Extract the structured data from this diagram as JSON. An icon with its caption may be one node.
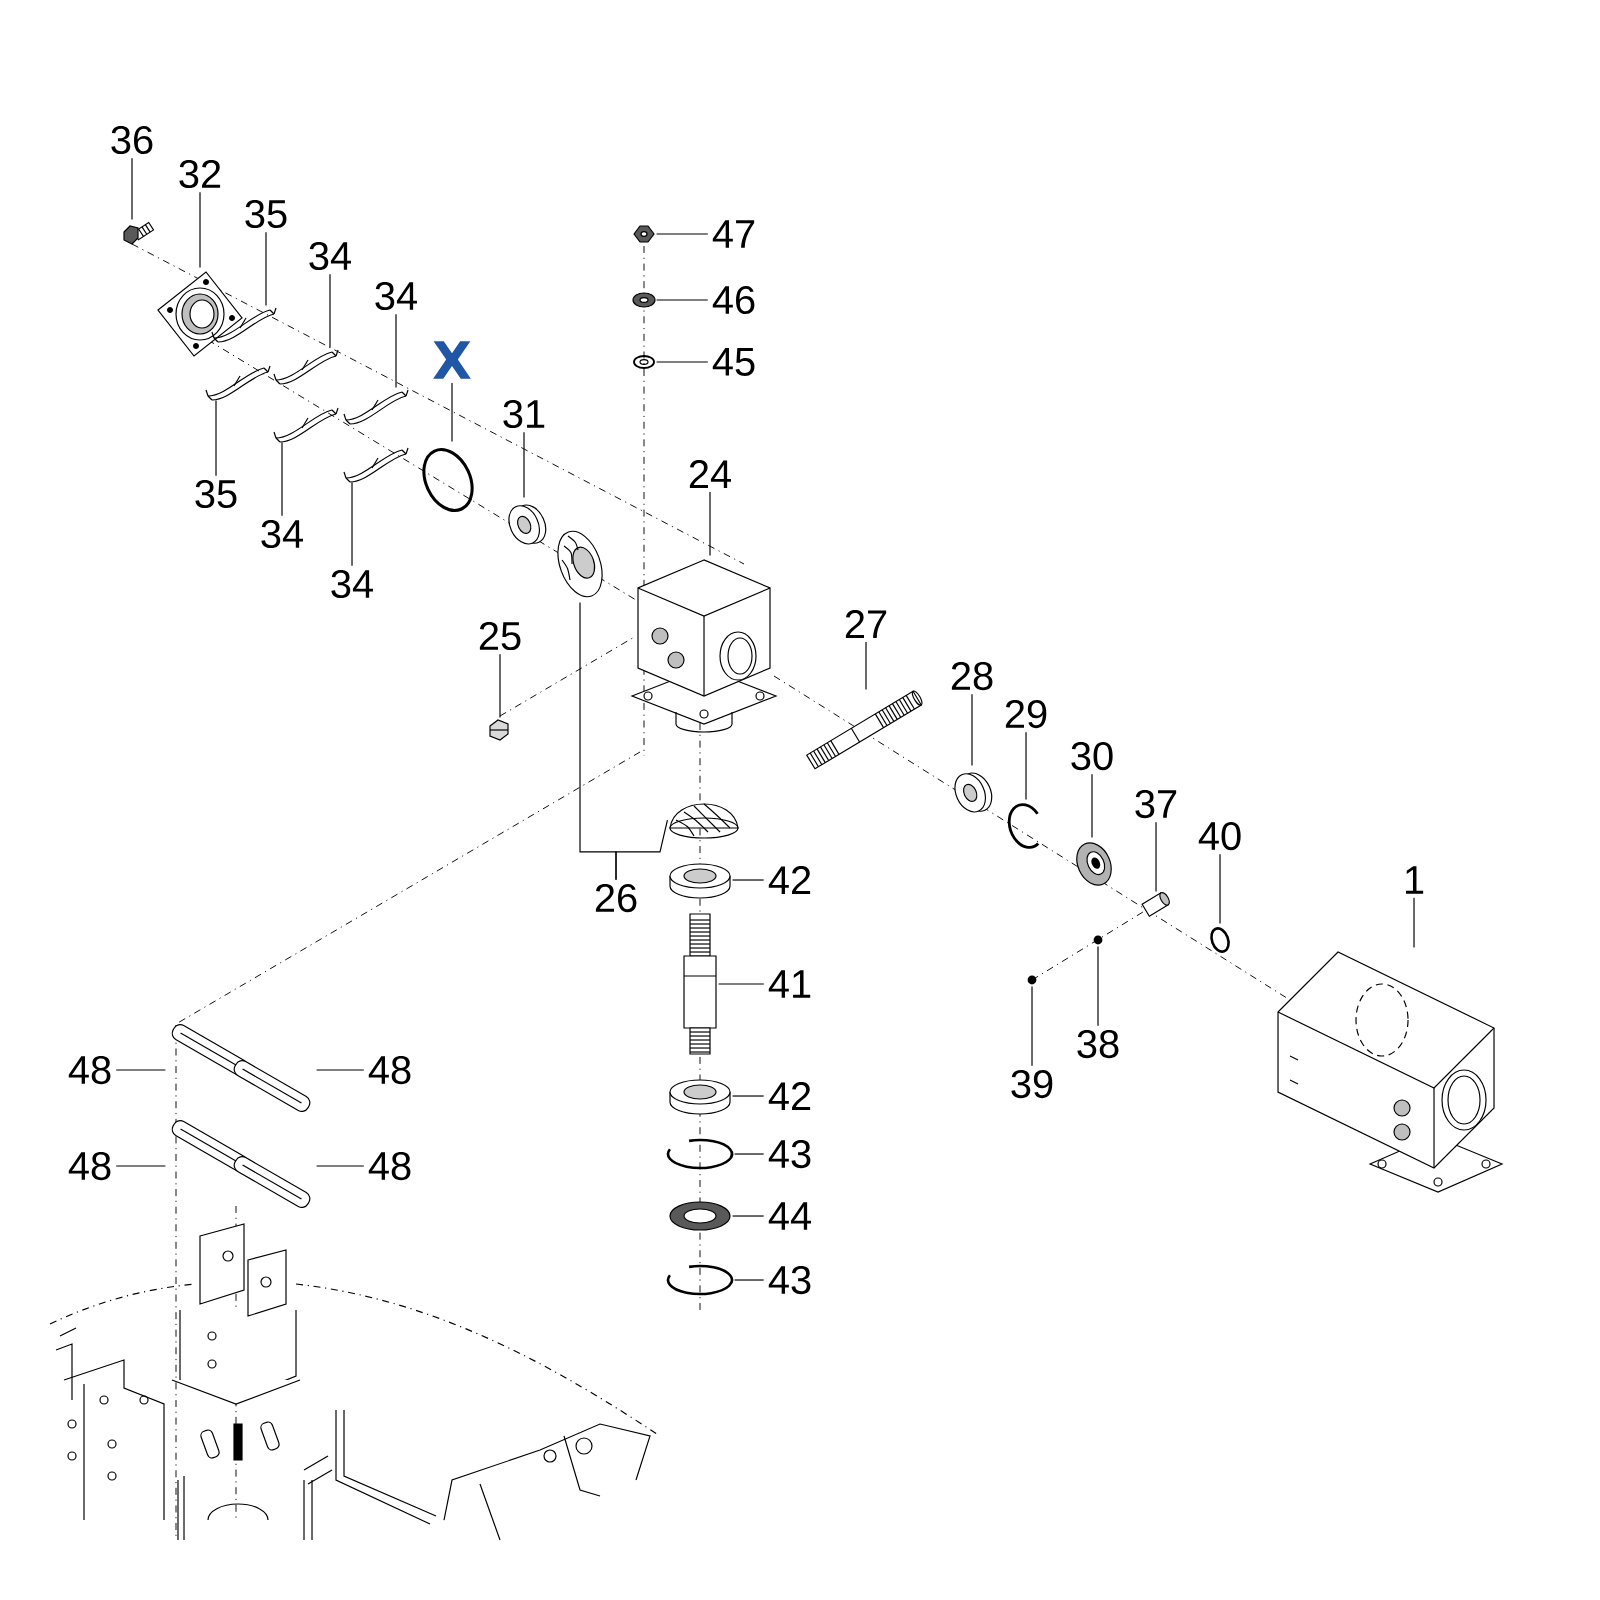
{
  "diagram": {
    "nodes": [
      {
        "text": [
          "36"
        ]
      },
      {
        "text": [],
        "shape": "picture"
      },
      {
        "text": [
          "32"
        ]
      },
      {
        "text": [],
        "shape": "picture"
      },
      {
        "text": [
          "35"
        ]
      },
      {
        "text": [],
        "shape": "picture"
      },
      {
        "text": [
          "34"
        ]
      },
      {
        "text": [],
        "shape": "picture"
      },
      {
        "text": [
          "34"
        ]
      },
      {
        "text": [],
        "shape": "picture"
      },
      {
        "text": [
          "X"
        ]
      },
      {
        "text": [],
        "shape": "picture"
      },
      {
        "text": [
          "31"
        ]
      },
      {
        "text": [],
        "shape": "picture"
      },
      {
        "text": [
          "35"
        ]
      },
      {
        "text": [],
        "shape": "picture"
      },
      {
        "text": [
          "34"
        ]
      },
      {
        "text": [],
        "shape": "picture"
      },
      {
        "text": [
          "34"
        ]
      },
      {
        "text": [],
        "shape": "picture"
      },
      {
        "text": [
          "47"
        ]
      },
      {
        "text": [],
        "shape": "picture"
      },
      {
        "text": [
          "46"
        ]
      },
      {
        "text": [],
        "shape": "picture"
      },
      {
        "text": [
          "45"
        ]
      },
      {
        "text": [],
        "shape": "picture"
      },
      {
        "text": [
          "24"
        ]
      },
      {
        "text": [],
        "shape": "picture"
      },
      {
        "text": [
          "25"
        ]
      },
      {
        "text": [],
        "shape": "picture"
      },
      {
        "text": [
          "27"
        ]
      },
      {
        "text": [],
        "shape": "picture"
      },
      {
        "text": [
          "28"
        ]
      },
      {
        "text": [],
        "shape": "picture"
      },
      {
        "text": [
          "29"
        ]
      },
      {
        "text": [],
        "shape": "picture"
      },
      {
        "text": [
          "30"
        ]
      },
      {
        "text": [],
        "shape": "picture"
      },
      {
        "text": [
          "37"
        ]
      },
      {
        "text": [],
        "shape": "picture"
      },
      {
        "text": [
          "40"
        ]
      },
      {
        "text": [],
        "shape": "picture"
      },
      {
        "text": [
          "1"
        ]
      },
      {
        "text": [],
        "shape": "picture"
      },
      {
        "text": [
          "26"
        ]
      },
      {
        "text": [],
        "shape": "picture"
      },
      {
        "text": [],
        "shape": "picture"
      },
      {
        "text": [
          "42"
        ]
      },
      {
        "text": [],
        "shape": "picture"
      },
      {
        "text": [
          "41"
        ]
      },
      {
        "text": [],
        "shape": "picture"
      },
      {
        "text": [
          "42"
        ]
      },
      {
        "text": [],
        "shape": "picture"
      },
      {
        "text": [
          "43"
        ]
      },
      {
        "text": [],
        "shape": "picture"
      },
      {
        "text": [
          "44"
        ]
      },
      {
        "text": [],
        "shape": "picture"
      },
      {
        "text": [
          "43"
        ]
      },
      {
        "text": [],
        "shape": "picture"
      },
      {
        "text": [
          "38"
        ]
      },
      {
        "text": [],
        "shape": "picture"
      },
      {
        "text": [
          "39"
        ]
      },
      {
        "text": [],
        "shape": "picture"
      },
      {
        "text": [
          "48"
        ]
      },
      {
        "text": [],
        "shape": "picture"
      },
      {
        "text": [
          "48"
        ]
      },
      {
        "text": [],
        "shape": "picture"
      },
      {
        "text": [
          "48"
        ]
      },
      {
        "text": [],
        "shape": "picture"
      },
      {
        "text": [
          "48"
        ]
      },
      {
        "text": [],
        "shape": "picture"
      }
    ],
    "edges": [
      {
        "from": 0,
        "to": 1,
        "arrow": "none"
      },
      {
        "from": 2,
        "to": 3,
        "arrow": "none"
      },
      {
        "from": 4,
        "to": 5,
        "arrow": "none"
      },
      {
        "from": 6,
        "to": 7,
        "arrow": "none"
      },
      {
        "from": 8,
        "to": 9,
        "arrow": "none"
      },
      {
        "from": 10,
        "to": 11,
        "arrow": "none"
      },
      {
        "from": 12,
        "to": 13,
        "arrow": "none"
      },
      {
        "from": 14,
        "to": 15,
        "arrow": "none"
      },
      {
        "from": 16,
        "to": 17,
        "arrow": "none"
      },
      {
        "from": 18,
        "to": 19,
        "arrow": "none"
      },
      {
        "from": 20,
        "to": 21,
        "arrow": "none"
      },
      {
        "from": 22,
        "to": 23,
        "arrow": "none"
      },
      {
        "from": 24,
        "to": 25,
        "arrow": "none"
      },
      {
        "from": 26,
        "to": 27,
        "arrow": "none"
      },
      {
        "from": 28,
        "to": 29,
        "arrow": "none"
      },
      {
        "from": 30,
        "to": 31,
        "arrow": "none"
      },
      {
        "from": 32,
        "to": 33,
        "arrow": "none"
      },
      {
        "from": 34,
        "to": 35,
        "arrow": "none"
      },
      {
        "from": 36,
        "to": 37,
        "arrow": "none"
      },
      {
        "from": 38,
        "to": 39,
        "arrow": "none"
      },
      {
        "from": 40,
        "to": 41,
        "arrow": "none"
      },
      {
        "from": 42,
        "to": 43,
        "arrow": "none"
      },
      {
        "from": 44,
        "to": 45,
        "arrow": "none"
      },
      {
        "from": 44,
        "to": 46,
        "arrow": "none"
      },
      {
        "from": 47,
        "to": 48,
        "arrow": "none"
      },
      {
        "from": 49,
        "to": 50,
        "arrow": "none"
      },
      {
        "from": 51,
        "to": 52,
        "arrow": "none"
      },
      {
        "from": 53,
        "to": 54,
        "arrow": "none"
      },
      {
        "from": 55,
        "to": 56,
        "arrow": "none"
      },
      {
        "from": 57,
        "to": 58,
        "arrow": "none"
      },
      {
        "from": 59,
        "to": 60,
        "arrow": "none"
      },
      {
        "from": 61,
        "to": 62,
        "arrow": "none"
      },
      {
        "from": 63,
        "to": 64,
        "arrow": "none"
      },
      {
        "from": 65,
        "to": 66,
        "arrow": "none"
      },
      {
        "from": 67,
        "to": 68,
        "arrow": "none"
      },
      {
        "from": 69,
        "to": 70,
        "arrow": "none"
      }
    ]
  }
}
